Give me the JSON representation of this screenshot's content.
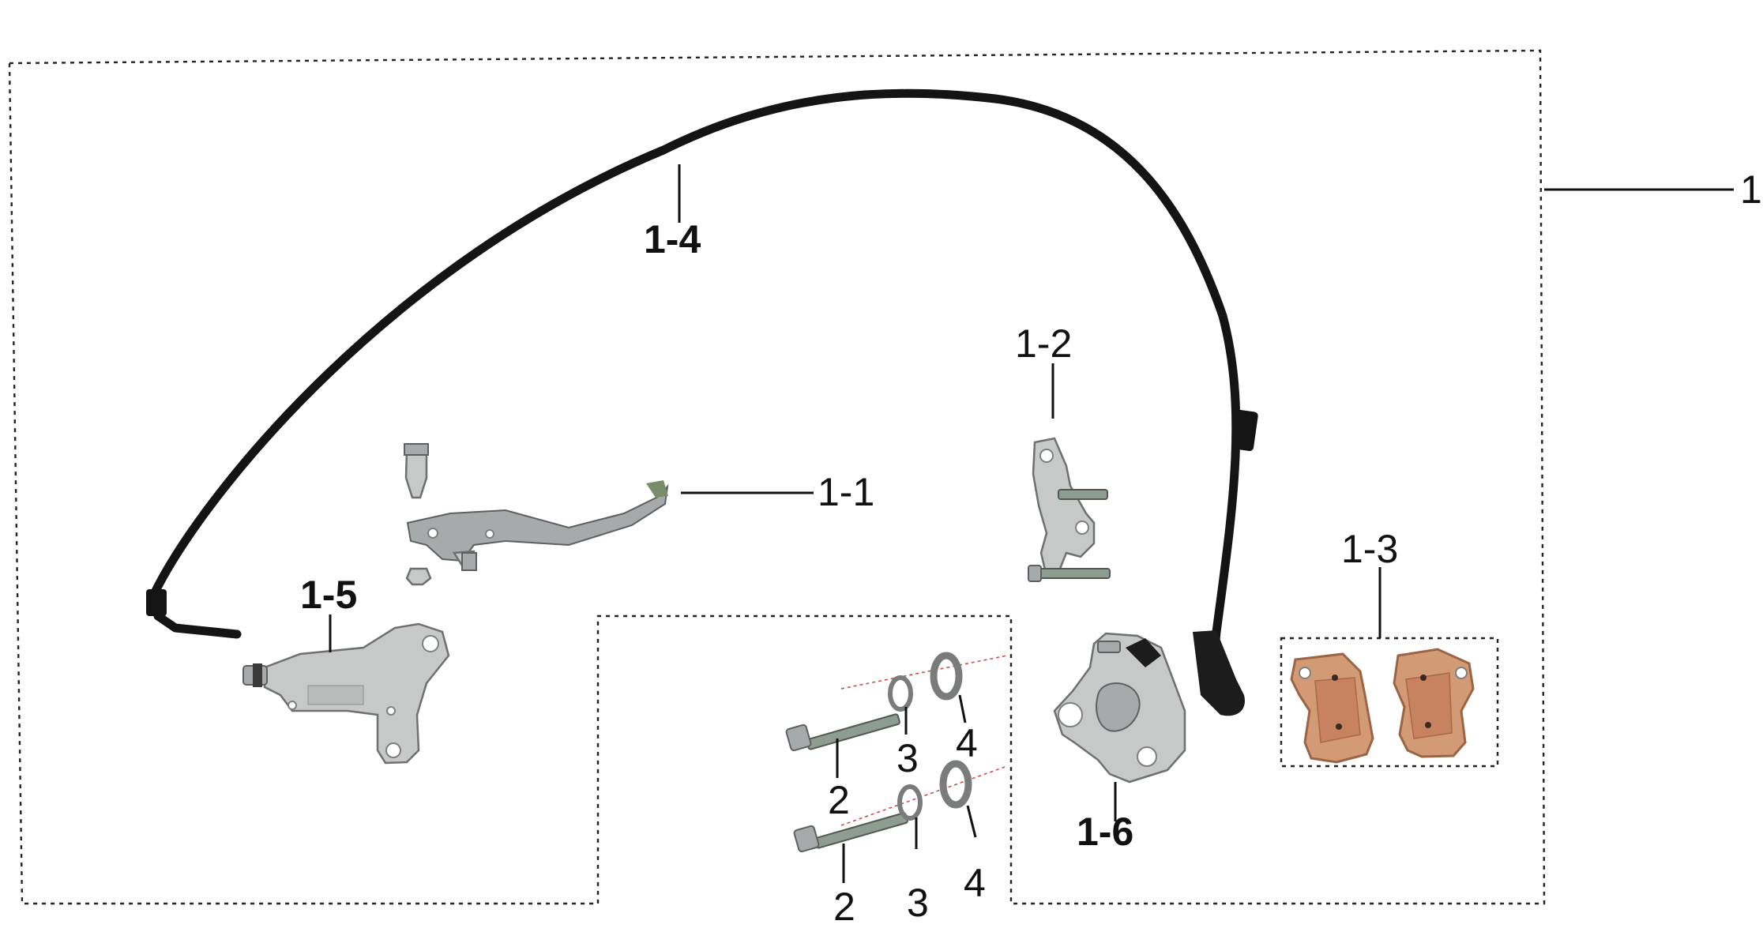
{
  "labels": {
    "assembly": "1",
    "lever": "1-1",
    "bracket": "1-2",
    "pads": "1-3",
    "hose": "1-4",
    "master_cylinder": "1-5",
    "caliper": "1-6",
    "bolt_upper": "2",
    "bolt_lower": "2",
    "spring_washer_upper": "3",
    "spring_washer_lower": "3",
    "flat_washer_upper": "4",
    "flat_washer_lower": "4"
  }
}
